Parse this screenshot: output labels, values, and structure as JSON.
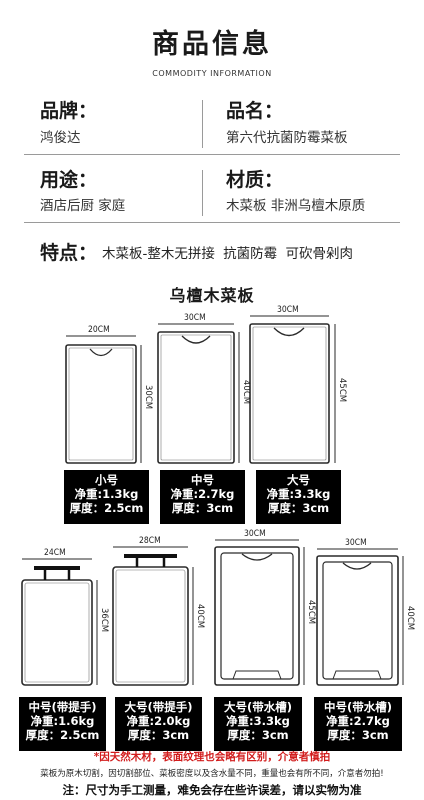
{
  "header": {
    "title": "商品信息",
    "subtitle": "COMMODITY INFORMATION"
  },
  "info": {
    "brand_label": "品牌：",
    "brand_value": "鸿俊达",
    "name_label": "品名：",
    "name_value": "第六代抗菌防霉菜板",
    "use_label": "用途：",
    "use_value": "酒店后厨 家庭",
    "material_label": "材质：",
    "material_value": "木菜板 非洲乌檀木原质",
    "feature_label": "特点：",
    "feature_value": "木菜板-整木无拼接 抗菌防霉 可砍骨剁肉"
  },
  "section_title": "乌檀木菜板",
  "boards_row1": [
    {
      "width_label": "20CM",
      "height_label": "30CM",
      "size": "小号",
      "weight": "净重:1.3kg",
      "thickness": "厚度：2.5cm"
    },
    {
      "width_label": "30CM",
      "height_label": "40CM",
      "size": "中号",
      "weight": "净重:2.7kg",
      "thickness": "厚度：3cm"
    },
    {
      "width_label": "30CM",
      "height_label": "45CM",
      "size": "大号",
      "weight": "净重:3.3kg",
      "thickness": "厚度：3cm"
    }
  ],
  "boards_row2": [
    {
      "width_label": "24CM",
      "height_label": "36CM",
      "size": "中号(带提手)",
      "weight": "净重:1.6kg",
      "thickness": "厚度：2.5cm"
    },
    {
      "width_label": "28CM",
      "height_label": "40CM",
      "size": "大号(带提手)",
      "weight": "净重:2.0kg",
      "thickness": "厚度：3cm"
    },
    {
      "width_label": "30CM",
      "height_label": "45CM",
      "size": "大号(带水槽)",
      "weight": "净重:3.3kg",
      "thickness": "厚度：3cm"
    },
    {
      "width_label": "30CM",
      "height_label": "40CM",
      "size": "中号(带水槽)",
      "weight": "净重:2.7kg",
      "thickness": "厚度：3cm"
    }
  ],
  "notes": {
    "warning": "*因天然木材，表面纹理也会略有区别，介意者慎拍",
    "detail": "菜板为原木切割，因切割部位、菜板密度以及含水量不同，重量也会有所不同，介意者勿拍!",
    "measure": "注：尺寸为手工测量，难免会存在些许误差，请以实物为准"
  },
  "colors": {
    "warning": "#d21d1d",
    "ink": "#1a1a1a",
    "line": "#9a9a9a"
  }
}
